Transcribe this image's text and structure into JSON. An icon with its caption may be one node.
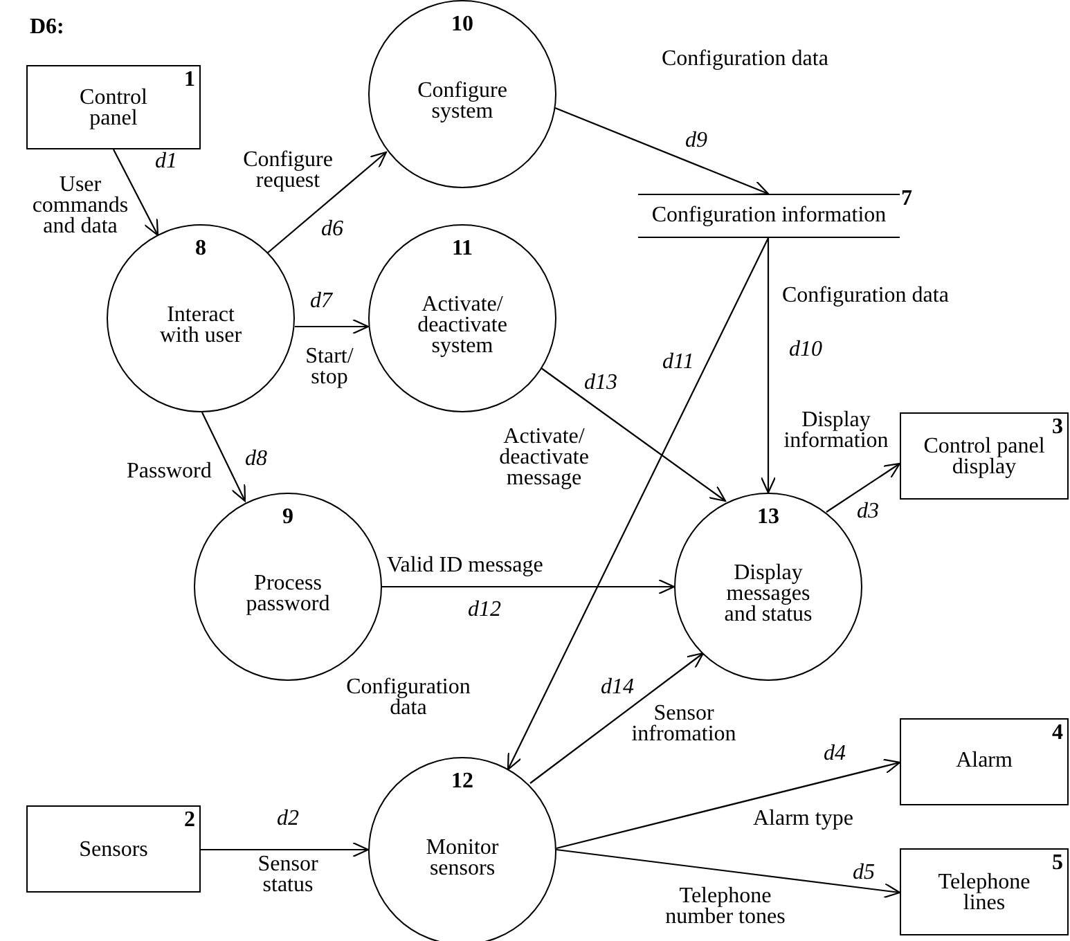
{
  "diagram": {
    "nodes": [
      {
        "text": [
          "1",
          "Control panel"
        ]
      },
      {
        "text": [
          "2",
          "Sensors"
        ]
      },
      {
        "text": [
          "3",
          "Control panel display"
        ]
      },
      {
        "text": [
          "4",
          "Alarm"
        ]
      },
      {
        "text": [
          "5",
          "Telephone lines"
        ]
      },
      {
        "text": [
          "7",
          "Configuration information"
        ]
      },
      {
        "text": [
          "8",
          "Interact with user"
        ]
      },
      {
        "text": [
          "9",
          "Process password"
        ]
      },
      {
        "text": [
          "10",
          "Configure system"
        ]
      },
      {
        "text": [
          "11",
          "Activate/ deactivate system"
        ]
      },
      {
        "text": [
          "12",
          "Monitor sensors"
        ]
      },
      {
        "text": [
          "13",
          "Display messages and status"
        ]
      }
    ],
    "edges": [
      {
        "from": 0,
        "to": 6,
        "arrow": "to",
        "label": "d1"
      },
      {
        "from": 6,
        "to": 8,
        "arrow": "to",
        "label": "d6"
      },
      {
        "from": 6,
        "to": 9,
        "arrow": "to",
        "label": "d7"
      },
      {
        "from": 6,
        "to": 7,
        "arrow": "to",
        "label": "d8"
      },
      {
        "from": 8,
        "to": 5,
        "arrow": "to",
        "label": "d9"
      },
      {
        "from": 5,
        "to": 11,
        "arrow": "to",
        "label": "d10"
      },
      {
        "from": 5,
        "to": 10,
        "arrow": "to",
        "label": "d11"
      },
      {
        "from": 9,
        "to": 11,
        "arrow": "to",
        "label": "d13"
      },
      {
        "from": 7,
        "to": 11,
        "arrow": "to",
        "label": "d12"
      },
      {
        "from": 11,
        "to": 2,
        "arrow": "to",
        "label": "d3"
      },
      {
        "from": 1,
        "to": 10,
        "arrow": "to",
        "label": "d2"
      },
      {
        "from": 10,
        "to": 11,
        "arrow": "to",
        "label": "d14"
      },
      {
        "from": 10,
        "to": 3,
        "arrow": "to",
        "label": "d4"
      },
      {
        "from": 10,
        "to": 4,
        "arrow": "to",
        "label": "d5"
      }
    ],
    "labels": [
      "D6:",
      "Configuration data",
      "User commands and data",
      "Configure request",
      "Configuration data",
      "Start/ stop",
      "Activate/ deactivate message",
      "Display information",
      "Password",
      "Valid ID message",
      "Configuration data",
      "Sensor infromation",
      "Alarm type",
      "Sensor status",
      "Telephone number tones"
    ]
  }
}
